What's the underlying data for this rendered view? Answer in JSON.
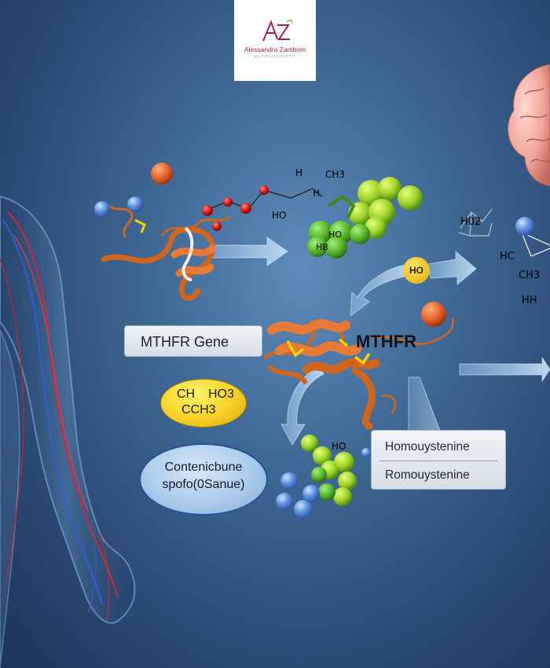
{
  "logo": {
    "initials": "AZ",
    "name": "Alessandra Zambom",
    "subtitle": "NUTRICIONISTA"
  },
  "labels": {
    "gene": "MTHFR Gene",
    "enzyme": "MTHFR",
    "homocysteine_1": "Homouystenine",
    "homocysteine_2": "Romouystenine",
    "yellow_oval_1": "CH",
    "yellow_oval_2": "HO3",
    "yellow_oval_3": "CCH3",
    "blue_oval_1": "Contenicbune",
    "blue_oval_2": "spofo(0Sanue)"
  },
  "chemical_text": {
    "top_h1": "H",
    "top_ch3": "CH3",
    "top_h": "H",
    "top_ho": "HO",
    "green_ho": "HO",
    "green_hb": "HB",
    "arrow_ho": "HO",
    "right_h02": "H02",
    "right_hc": "HC",
    "right_ch3": "CH3",
    "right_hh": "HH",
    "small_ho": "HO"
  },
  "colors": {
    "background": "#3f6894",
    "protein_orange": "#d2651c",
    "molecule_green": "#7fc82a",
    "molecule_blue": "#5b8fd8",
    "atom_red": "#d11a1a",
    "arrow_blue": "#a9cbea",
    "brand": "#a31c5e"
  }
}
